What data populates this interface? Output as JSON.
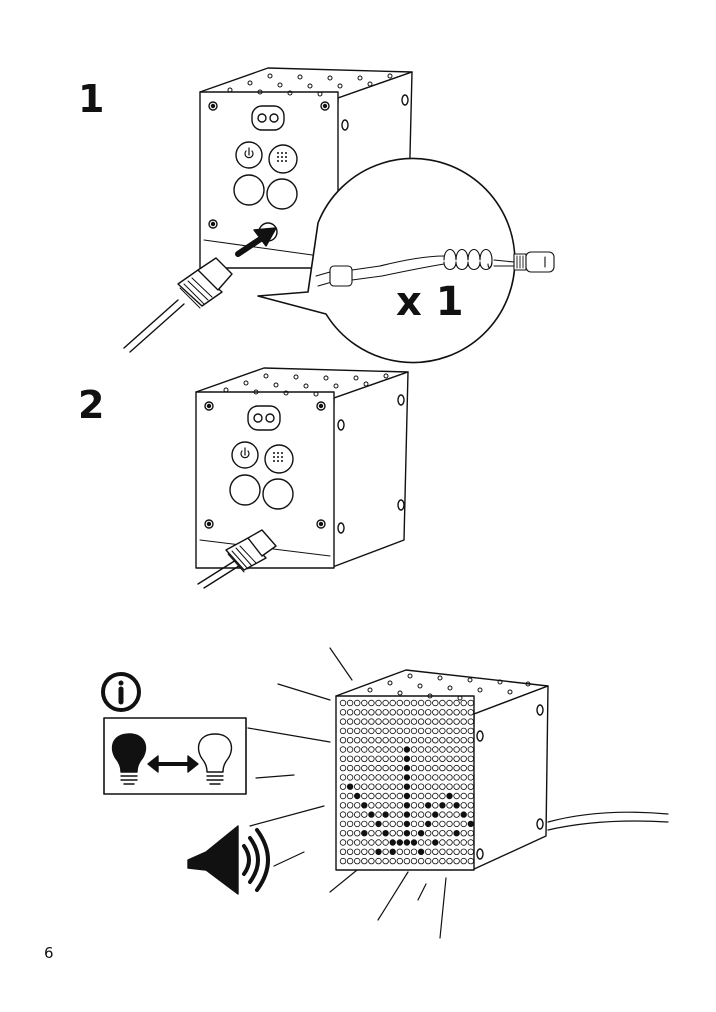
{
  "steps": [
    {
      "number": "1"
    },
    {
      "number": "2"
    }
  ],
  "callout": {
    "quantity": "x 1",
    "icon": "power-cable-icon"
  },
  "info": {
    "icon": "info-icon",
    "illustrations": [
      "bulb-on-icon",
      "bulb-off-icon",
      "speaker-icon"
    ]
  },
  "page": {
    "number": "6"
  }
}
